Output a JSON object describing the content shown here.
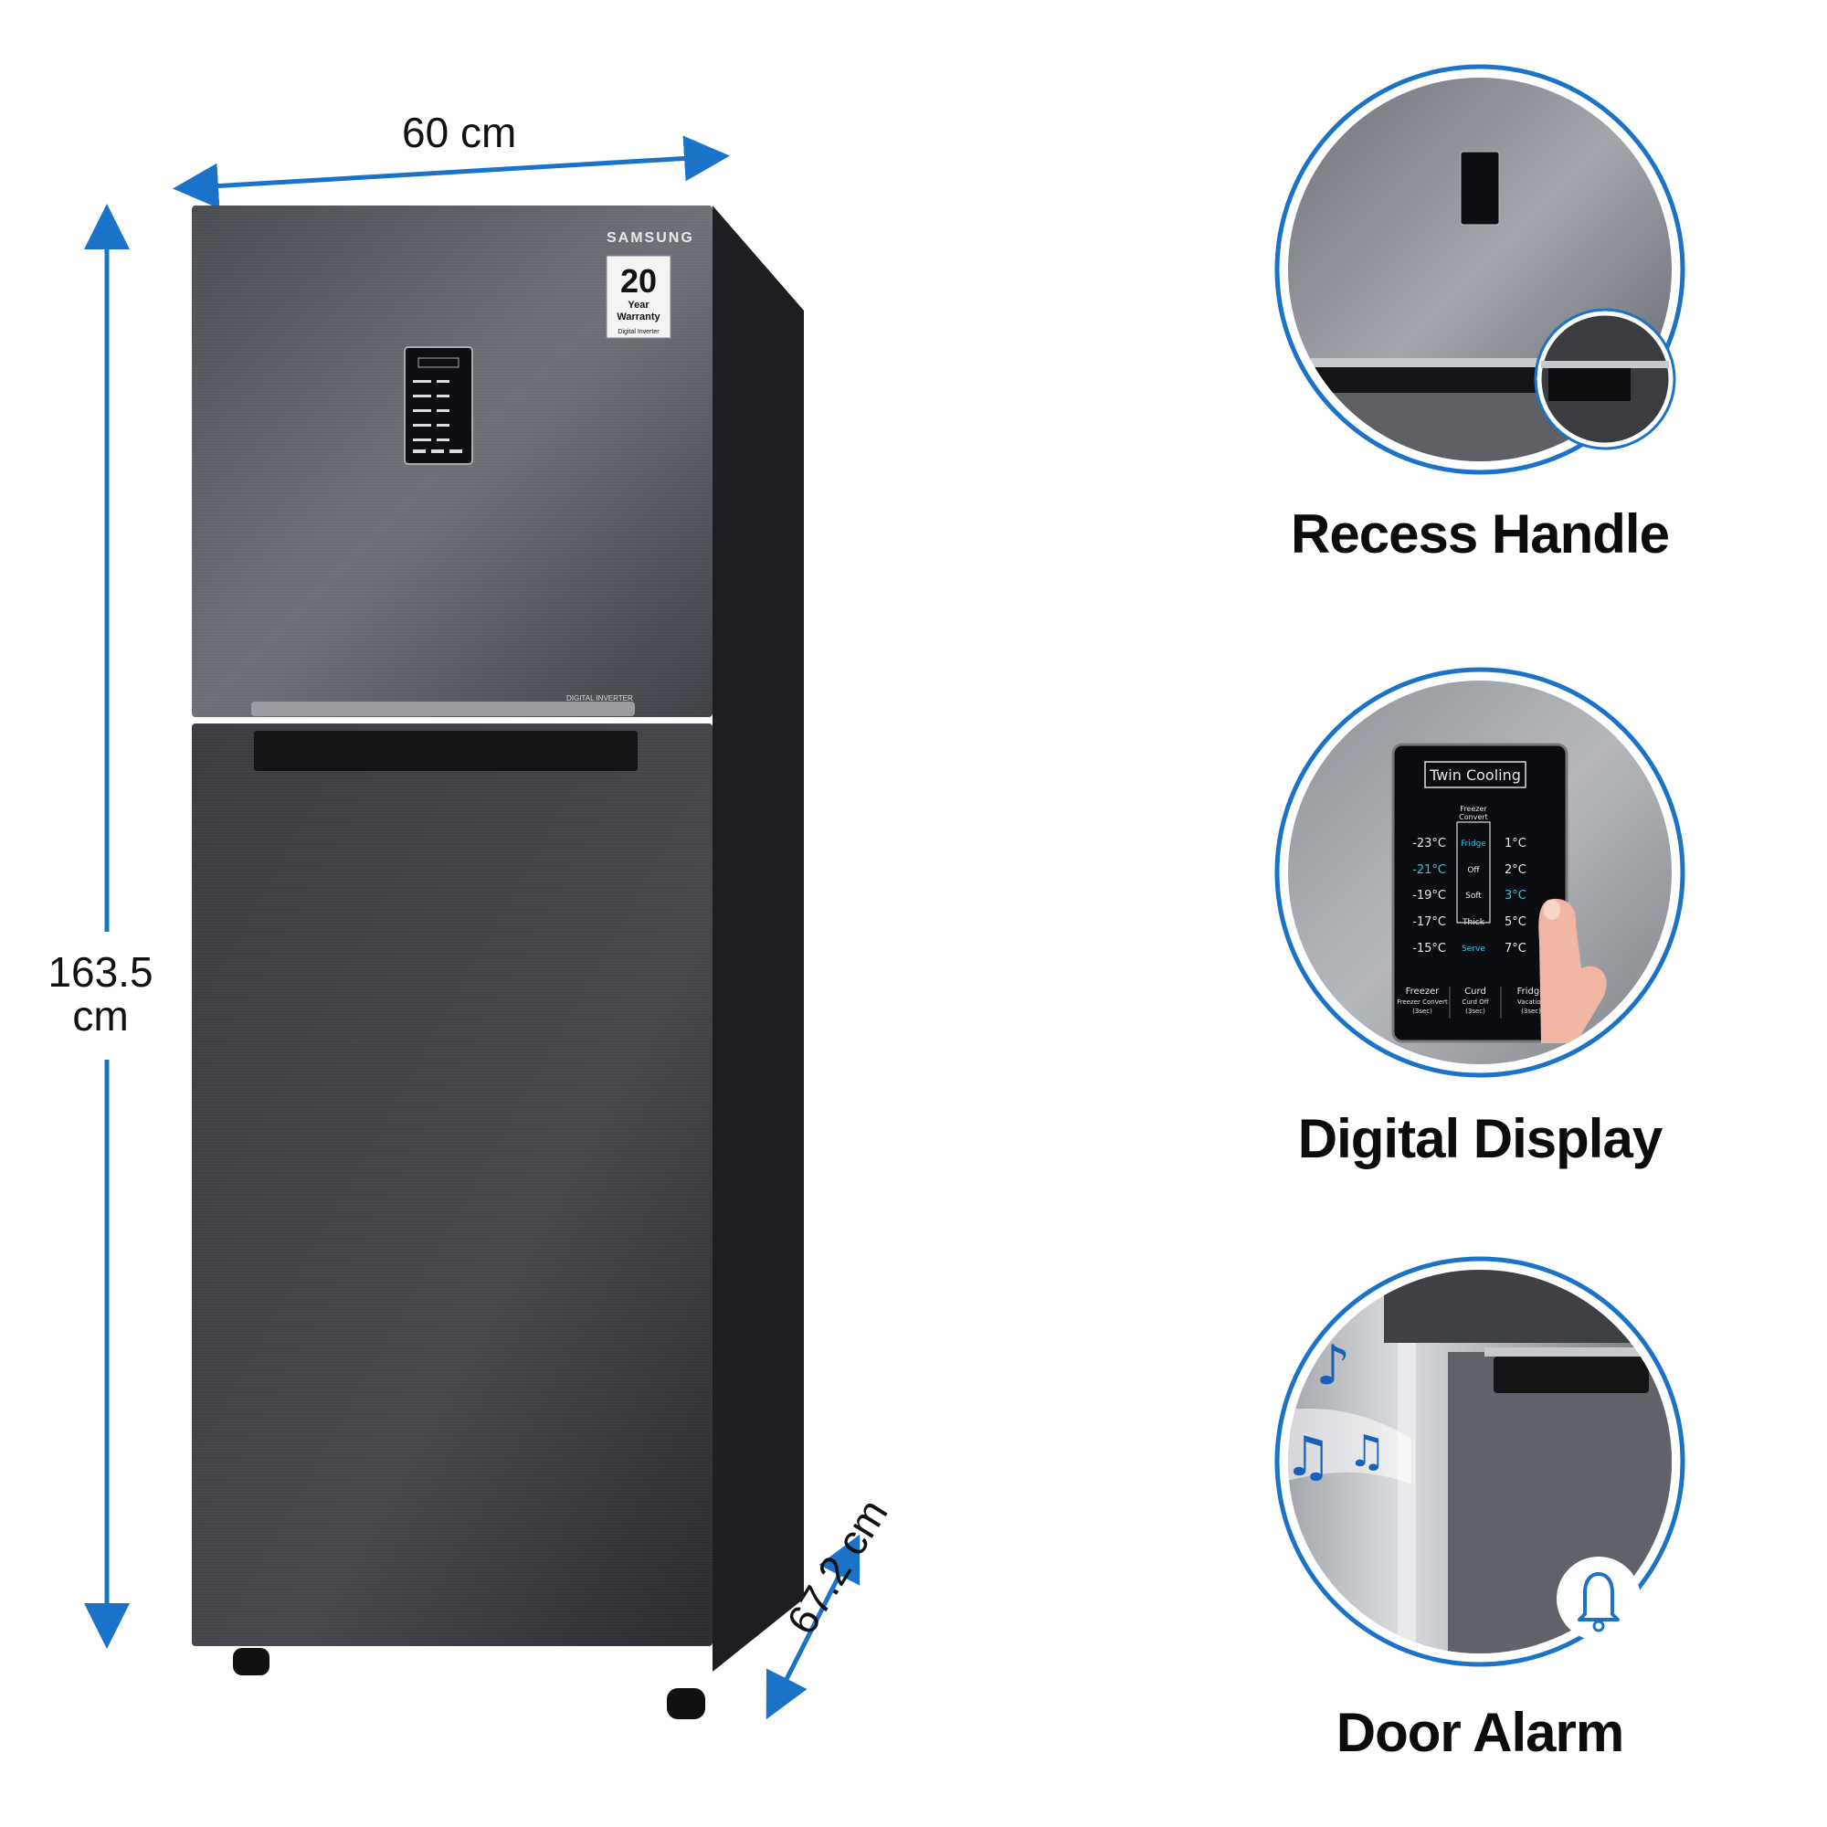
{
  "brand": "SAMSUNG",
  "dimensions": {
    "width": "60 cm",
    "height_line1": "163.5",
    "height_line2": "cm",
    "depth": "67.2 cm"
  },
  "warranty_badge": {
    "number": "20",
    "line1": "Year",
    "line2": "Warranty",
    "line3": "Digital Inverter"
  },
  "inverter_label": "DIGITAL INVERTER",
  "features": [
    {
      "title": "Recess Handle",
      "icon": "recess-handle-closeup"
    },
    {
      "title": "Digital Display",
      "icon": "control-panel-closeup"
    },
    {
      "title": "Door Alarm",
      "icon": "bell-icon"
    }
  ],
  "control_panel": {
    "title": "Twin Cooling",
    "mode_header_line1": "Freezer",
    "mode_header_line2": "Convert",
    "freezer_temps": [
      "-23°C",
      "-21°C",
      "-19°C",
      "-17°C",
      "-15°C"
    ],
    "modes": [
      "Fridge",
      "Off",
      "Soft",
      "Thick",
      "Serve"
    ],
    "fridge_temps": [
      "1°C",
      "2°C",
      "3°C",
      "5°C",
      "7°C"
    ],
    "buttons": [
      {
        "label": "Freezer",
        "sub": "Freezer Convert",
        "hold": "(3sec)"
      },
      {
        "label": "Curd",
        "sub": "Curd Off",
        "hold": "(3sec)"
      },
      {
        "label": "Fridge",
        "sub": "Vacation",
        "hold": "(3sec)"
      }
    ]
  },
  "colors": {
    "accent_blue": "#1a73c8",
    "fridge_body": "#2e3036",
    "display_cyan": "#33c3e6"
  }
}
